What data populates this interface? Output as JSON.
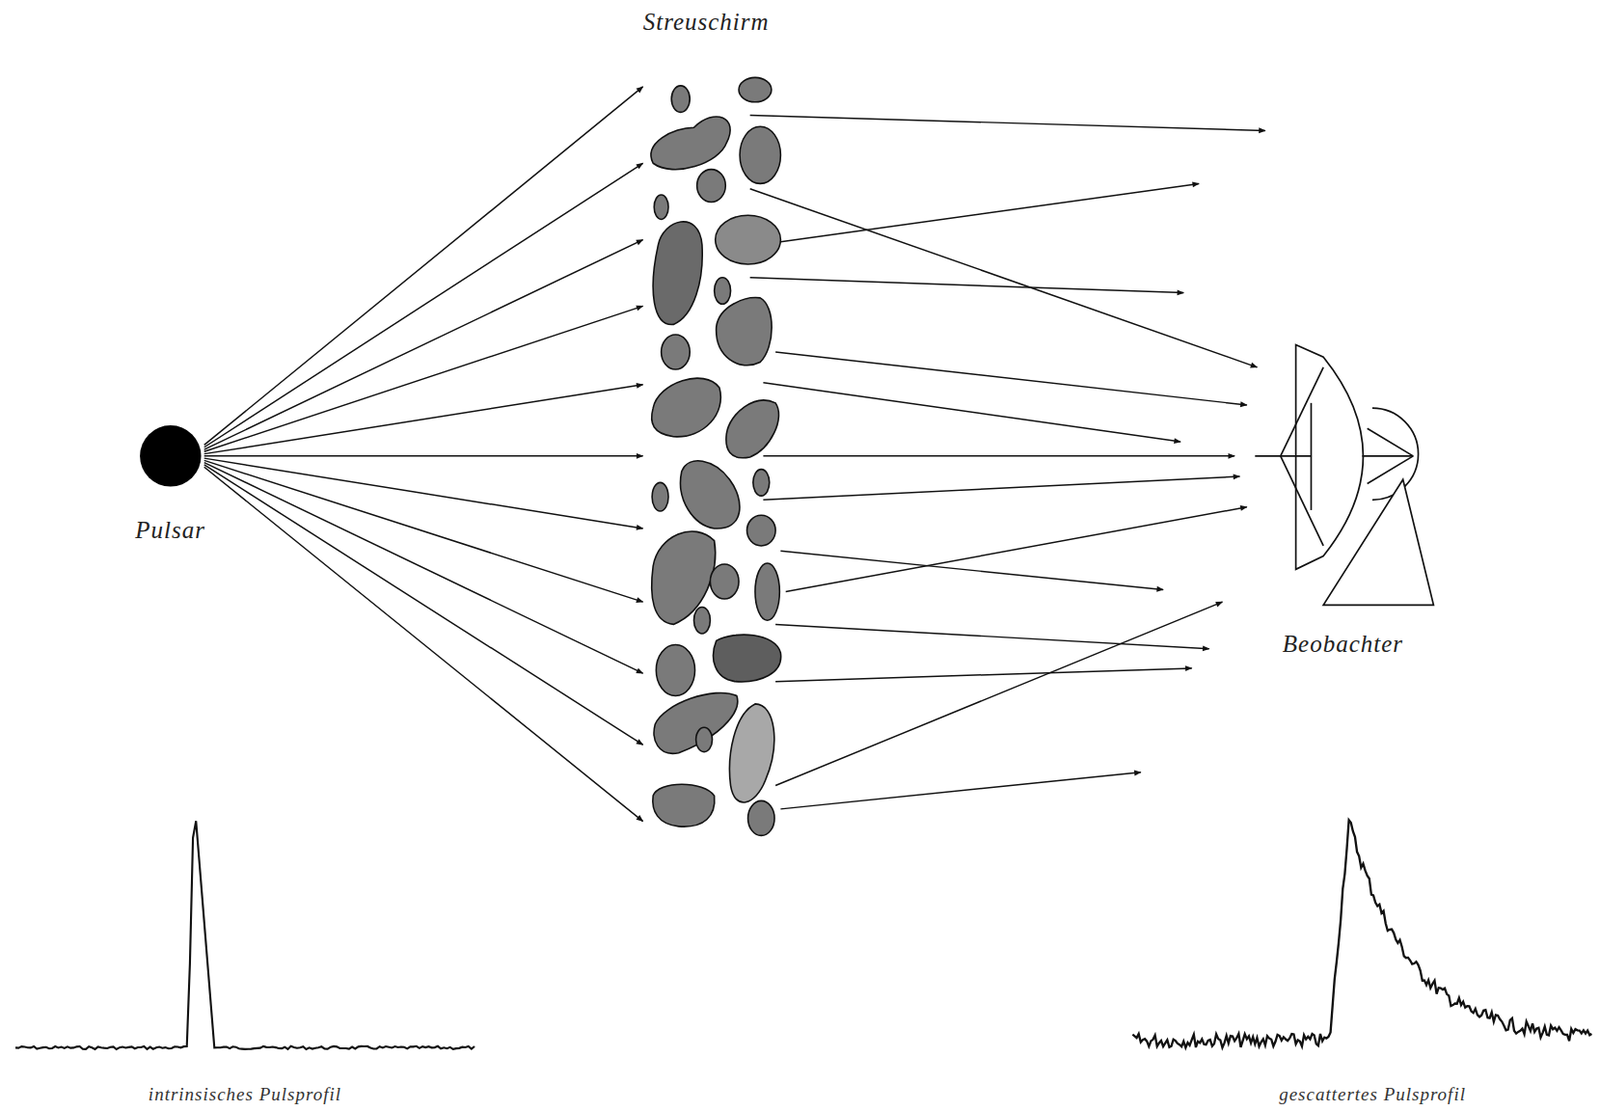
{
  "diagram": {
    "labels": [
      "Streuschirm",
      "Pulsar",
      "Beobachter",
      "intrinsisches Pulsprofil",
      "gescattertes Pulsprofil"
    ]
  }
}
